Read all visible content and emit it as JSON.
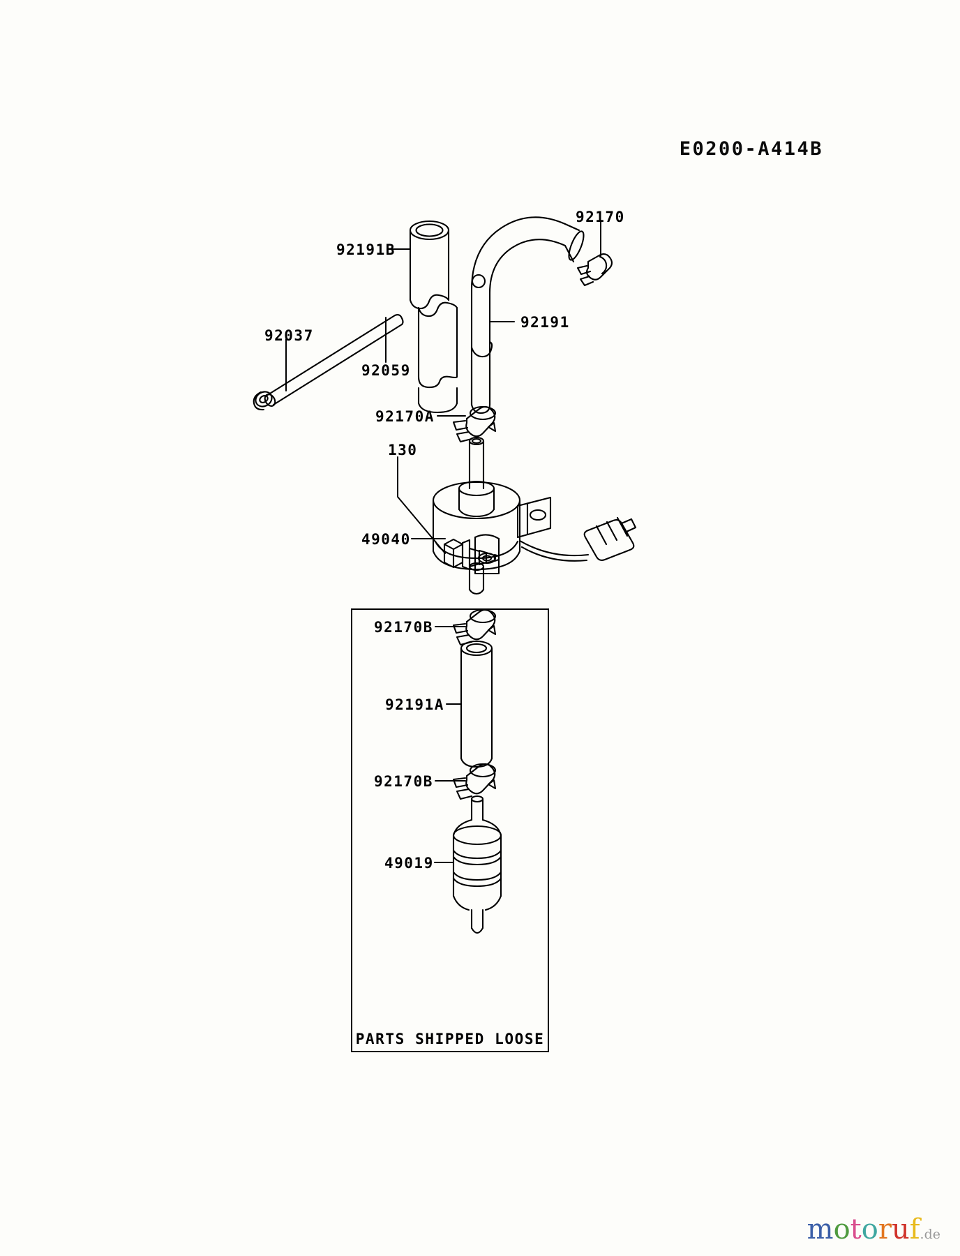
{
  "header": {
    "diagram_code": "E0200-A414B"
  },
  "parts": {
    "hose_fuel_b": "92191B",
    "clamp_tube_top": "92170",
    "pipe": "92037",
    "tube_short": "92059",
    "hose_fuel": "92191",
    "clamp_tube_a": "92170A",
    "bolt": "130",
    "fuel_pump": "49040",
    "clamp_tube_b_upper": "92170B",
    "hose_fuel_a": "92191A",
    "clamp_tube_b_lower": "92170B",
    "fuel_filter": "49019"
  },
  "loose_box": {
    "caption": "PARTS SHIPPED LOOSE"
  },
  "watermark": {
    "letters": [
      {
        "ch": "m",
        "color": "#3b5fa8"
      },
      {
        "ch": "o",
        "color": "#4f9b3f"
      },
      {
        "ch": "t",
        "color": "#d94f8e"
      },
      {
        "ch": "o",
        "color": "#3fa7a0"
      },
      {
        "ch": "r",
        "color": "#e2761f"
      },
      {
        "ch": "u",
        "color": "#d0342c"
      },
      {
        "ch": "f",
        "color": "#e8bb1f"
      }
    ],
    "suffix": ".de"
  },
  "colors": {
    "ink": "#000000",
    "page_background": "#fdfdfa"
  }
}
